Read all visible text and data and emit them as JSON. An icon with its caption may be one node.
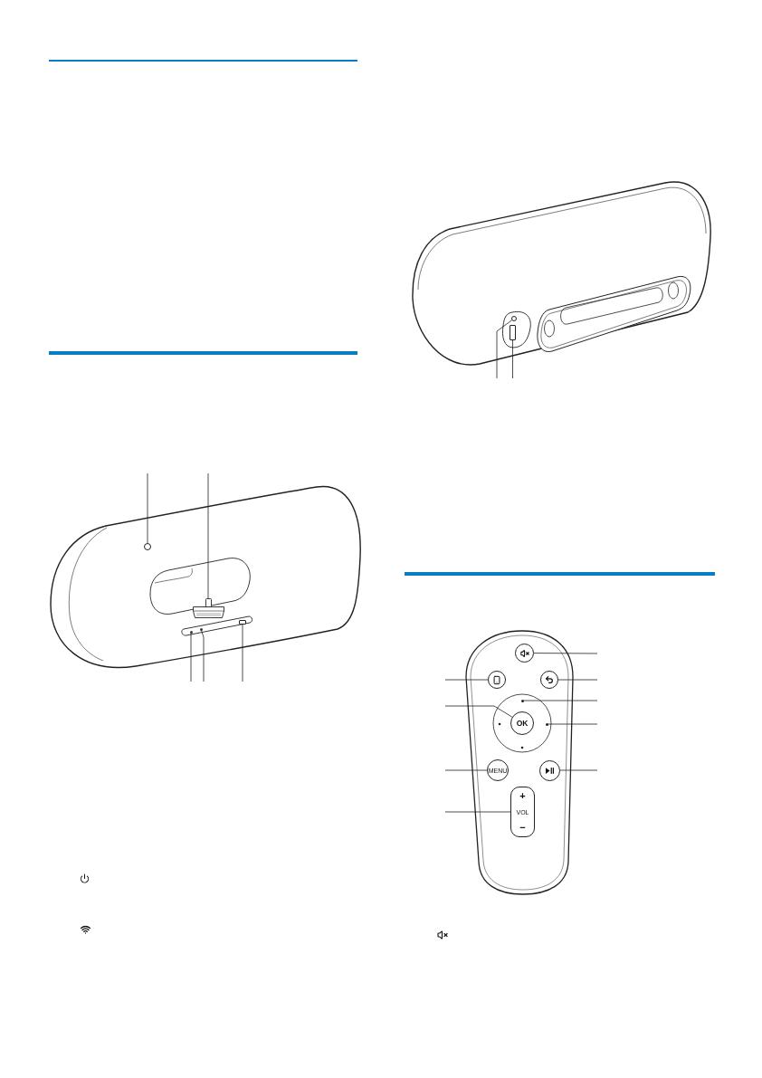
{
  "diagram": {
    "nodes": [
      {
        "text": [],
        "shape": "circle"
      },
      {
        "text": [],
        "shape": "box"
      },
      {
        "text": [],
        "shape": "circle"
      },
      {
        "text": [],
        "shape": "circle"
      },
      {
        "text": [],
        "shape": "box"
      },
      {
        "text": [],
        "shape": "circle"
      },
      {
        "text": [],
        "shape": "box"
      },
      {
        "text": [],
        "shape": "circle"
      },
      {
        "text": [],
        "shape": "circle"
      },
      {
        "text": [],
        "shape": "circle"
      },
      {
        "text": [],
        "shape": "circle"
      },
      {
        "text": [
          "OK"
        ]
      },
      {
        "text": [],
        "shape": "circle"
      },
      {
        "text": [
          "MENU"
        ]
      },
      {
        "text": [],
        "shape": "circle"
      },
      {
        "text": [
          "+",
          "VOL",
          "−"
        ]
      }
    ],
    "edges": [
      {
        "from": null,
        "to": 0,
        "arrow": "none"
      },
      {
        "from": null,
        "to": 1,
        "arrow": "none"
      },
      {
        "from": null,
        "to": 2,
        "arrow": "none"
      },
      {
        "from": null,
        "to": 3,
        "arrow": "none"
      },
      {
        "from": null,
        "to": 4,
        "arrow": "none"
      },
      {
        "from": null,
        "to": 5,
        "arrow": "none"
      },
      {
        "from": null,
        "to": 6,
        "arrow": "none"
      },
      {
        "from": null,
        "to": 7,
        "arrow": "none"
      },
      {
        "from": null,
        "to": 8,
        "arrow": "none"
      },
      {
        "from": null,
        "to": 9,
        "arrow": "none"
      },
      {
        "from": null,
        "to": 10,
        "arrow": "none"
      },
      {
        "from": null,
        "to": 11,
        "arrow": "none"
      },
      {
        "from": null,
        "to": 12,
        "arrow": "none"
      },
      {
        "from": null,
        "to": 13,
        "arrow": "none"
      },
      {
        "from": null,
        "to": 14,
        "arrow": "none"
      },
      {
        "from": null,
        "to": 15,
        "arrow": "none"
      }
    ]
  }
}
